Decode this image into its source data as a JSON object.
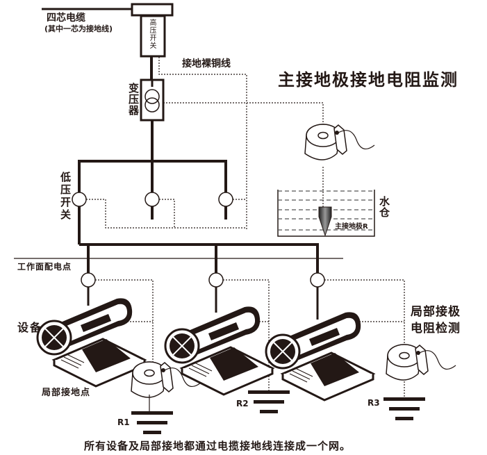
{
  "title": "主接地极接地电阻监测",
  "labels": {
    "cable": "四芯电缆",
    "cable_note": "(其中一芯为接地线)",
    "hv_switch": "高压开关",
    "bare_copper": "接地裸铜线",
    "transformer": "变压器",
    "lv_switch": "低压开关",
    "water_tank": "水仓",
    "main_electrode": "主接地极R",
    "work_point": "工作面配电点",
    "equipment": "设备",
    "local_ground_point": "局部接地点",
    "local_monitor": "局部接极电阻检测",
    "r1": "R1",
    "r2": "R2",
    "r3": "R3"
  },
  "caption": "所有设备及局部接地都通过电揽接地线连接成一个网。",
  "colors": {
    "line": "#231815",
    "background": "#ffffff"
  }
}
